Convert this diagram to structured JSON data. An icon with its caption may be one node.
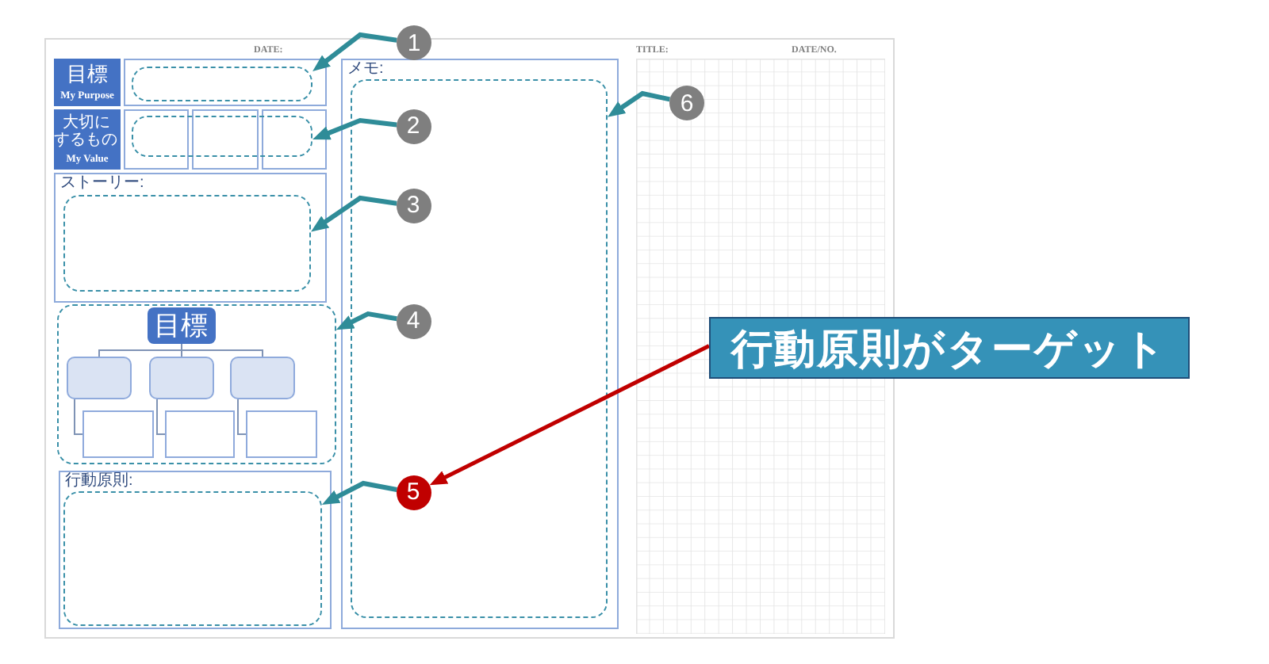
{
  "diagram": {
    "nodes": [
      {
        "text": [
          "目標",
          "My Purpose"
        ]
      },
      {
        "text": [],
        "shape": "box"
      },
      {
        "text": [],
        "shape": "box",
        "in": 1
      },
      {
        "text": [
          "大切にするもの",
          "My Value"
        ]
      },
      {
        "text": [],
        "shape": "box"
      },
      {
        "text": [],
        "shape": "box"
      },
      {
        "text": [],
        "shape": "box"
      },
      {
        "text": [],
        "shape": "box"
      },
      {
        "text": [
          "ストーリー:"
        ]
      },
      {
        "text": [],
        "shape": "box",
        "in": 8
      },
      {
        "text": [],
        "shape": "box"
      },
      {
        "text": [
          "目標"
        ],
        "in": 10
      },
      {
        "text": [],
        "shape": "box",
        "in": 10
      },
      {
        "text": [],
        "shape": "box",
        "in": 10
      },
      {
        "text": [],
        "shape": "box",
        "in": 10
      },
      {
        "text": [],
        "shape": "box",
        "in": 10
      },
      {
        "text": [],
        "shape": "box",
        "in": 10
      },
      {
        "text": [],
        "shape": "box",
        "in": 10
      },
      {
        "text": [
          "行動原則:"
        ]
      },
      {
        "text": [],
        "shape": "box",
        "in": 18
      },
      {
        "text": [
          "メモ:"
        ]
      },
      {
        "text": [],
        "shape": "box",
        "in": 20
      },
      {
        "text": [
          "1"
        ]
      },
      {
        "text": [
          "2"
        ],
        "in": 21
      },
      {
        "text": [
          "3"
        ],
        "in": 21
      },
      {
        "text": [
          "4"
        ],
        "in": 21
      },
      {
        "text": [
          "5"
        ],
        "in": 21
      },
      {
        "text": [
          "6"
        ]
      },
      {
        "text": [
          "行動原則がターゲット"
        ]
      }
    ],
    "edges": [
      {
        "from": 22,
        "to": 2,
        "arrow": "to"
      },
      {
        "from": 23,
        "to": 7,
        "arrow": "to"
      },
      {
        "from": 24,
        "to": 9,
        "arrow": "to"
      },
      {
        "from": 25,
        "to": 10,
        "arrow": "to"
      },
      {
        "from": 26,
        "to": 19,
        "arrow": "to"
      },
      {
        "from": 27,
        "to": 21,
        "arrow": "to"
      },
      {
        "from": 28,
        "to": 26,
        "arrow": "to",
        "color": "#c00000"
      },
      {
        "from": 11,
        "to": 12,
        "arrow": "none",
        "color": "#7f93b5"
      },
      {
        "from": 11,
        "to": 13,
        "arrow": "none",
        "color": "#7f93b5"
      },
      {
        "from": 11,
        "to": 14,
        "arrow": "none",
        "color": "#7f93b5"
      },
      {
        "from": 12,
        "to": 15,
        "arrow": "none",
        "color": "#7f93b5"
      },
      {
        "from": 13,
        "to": 16,
        "arrow": "none",
        "color": "#7f93b5"
      },
      {
        "from": 14,
        "to": 17,
        "arrow": "none",
        "color": "#7f93b5"
      }
    ],
    "labels": [
      "DATE:",
      "TITLE:",
      "DATE/NO."
    ]
  }
}
